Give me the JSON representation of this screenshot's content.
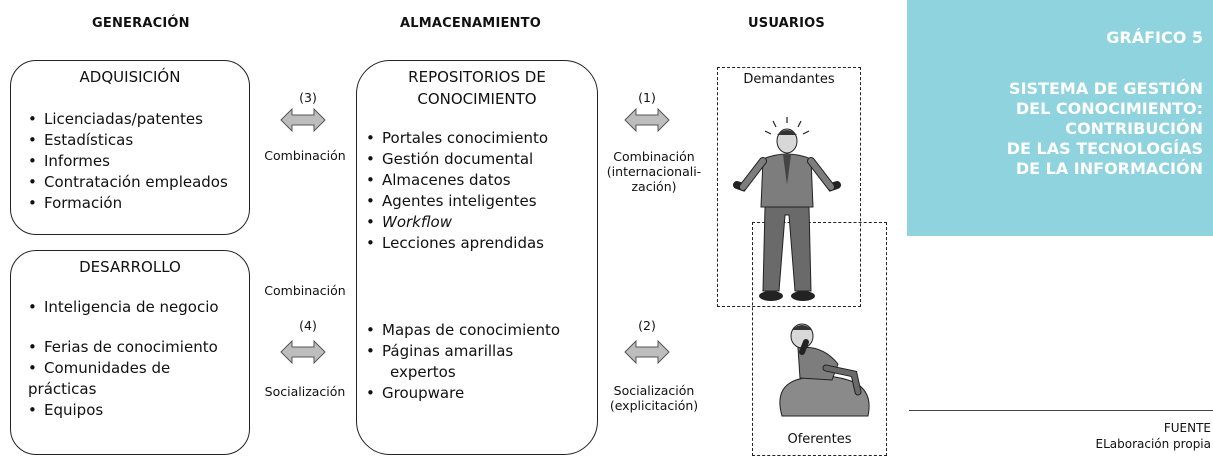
{
  "columns": {
    "generacion": "GENERACIÓN",
    "almacenamiento": "ALMACENAMIENTO",
    "usuarios": "USUARIOS"
  },
  "adquisicion": {
    "title": "ADQUISICIÓN",
    "items": [
      "Licenciadas/patentes",
      "Estadísticas",
      "Informes",
      "Contratación empleados",
      "Formación"
    ]
  },
  "desarrollo": {
    "title": "DESARROLLO",
    "items": [
      "Inteligencia de negocio",
      "Ferias de conocimiento",
      "Comunidades de",
      "prácticas",
      "Equipos"
    ]
  },
  "repositorios": {
    "title_line1": "REPOSITORIOS DE",
    "title_line2": "CONOCIMIENTO",
    "items_top": [
      "Portales conocimiento",
      "Gestión documental",
      "Almacenes datos",
      "Agentes inteligentes",
      "Workflow",
      "Lecciones aprendidas"
    ],
    "items_bottom": [
      "Mapas de conocimiento",
      "Páginas amarillas",
      "expertos",
      "Groupware"
    ]
  },
  "flows": {
    "n3": "(3)",
    "combinacion_3": "Combinación",
    "combinacion_mid": "Combinación",
    "n4": "(4)",
    "socializacion_4": "Socialización",
    "n1": "(1)",
    "combinacion_1_line1": "Combinación",
    "combinacion_1_line2": "(internacionali-",
    "combinacion_1_line3": "zación)",
    "n2": "(2)",
    "socializacion_2_line1": "Socialización",
    "socializacion_2_line2": "(explicitación)"
  },
  "usuarios": {
    "demandantes": "Demandantes",
    "oferentes": "Oferentes"
  },
  "panel": {
    "grafico": "GRÁFICO 5",
    "line1": "SISTEMA DE GESTIÓN",
    "line2": "DEL CONOCIMIENTO:",
    "line3": "CONTRIBUCIÓN",
    "line4": "DE LAS TECNOLOGÍAS",
    "line5": "DE LA INFORMACIÓN"
  },
  "fuente": {
    "label": "FUENTE",
    "text": "ELaboración propia"
  },
  "colors": {
    "panel_bg": "#8ed3dd",
    "panel_text": "#ffffff",
    "arrow_fill": "#bdbdbd"
  }
}
